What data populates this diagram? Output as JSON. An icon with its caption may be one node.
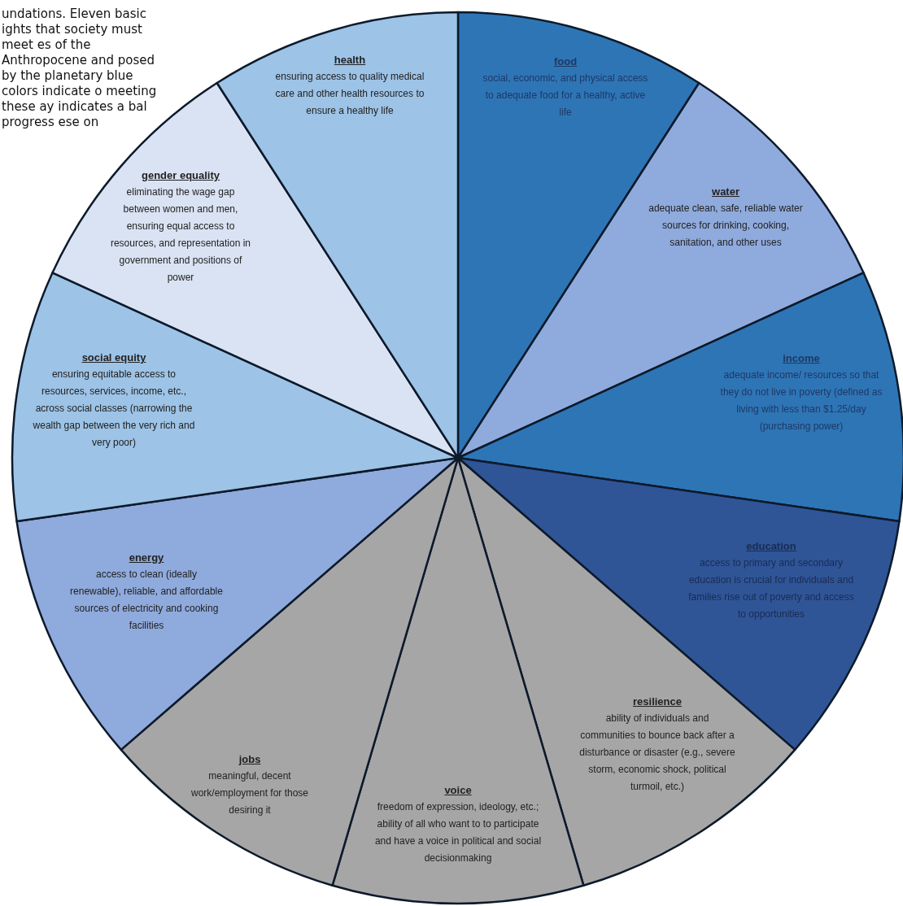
{
  "diagram": {
    "caption": "undations. Eleven basic ights that society must meet es of the Anthropocene and posed by the planetary blue colors indicate o meeting these ay indicates a bal progress ese on",
    "nodes": [
      {
        "text": [
          "food",
          "social, economic, and physical access to adequate food for a healthy, active life"
        ]
      },
      {
        "text": [
          "water",
          "adequate clean, safe, reliable water sources for drinking, cooking, sanitation, and other uses"
        ]
      },
      {
        "text": [
          "income",
          "adequate income/ resources so that they do not live in poverty (defined as living with less than $1.25/day (purchasing power)"
        ]
      },
      {
        "text": [
          "education",
          "access to primary and secondary education is crucial for individuals and families rise out of poverty and access to opportunities"
        ]
      },
      {
        "text": [
          "resilience",
          "ability of individuals and communities to bounce back after a disturbance or disaster (e.g., severe storm, economic shock, political turmoil, etc.)"
        ]
      },
      {
        "text": [
          "voice",
          "freedom of expression, ideology, etc.; ability of all who want to to participate and have a voice in political and social decisionmaking"
        ]
      },
      {
        "text": [
          "jobs",
          "meaningful, decent work/employment for those desiring it"
        ]
      },
      {
        "text": [
          "energy",
          "access to clean (ideally renewable), reliable, and affordable sources of electricity and cooking facilities"
        ]
      },
      {
        "text": [
          "social equity",
          "ensuring equitable access to resources, services, income, etc., across social classes (narrowing the wealth gap between the very rich and very poor)"
        ]
      },
      {
        "text": [
          "gender equality",
          "eliminating the wage gap between women and men, ensuring equal access to resources, and representation in government and positions of power"
        ]
      },
      {
        "text": [
          "health",
          "ensuring access to quality medical care and other health resources to ensure a healthy life"
        ]
      }
    ]
  }
}
